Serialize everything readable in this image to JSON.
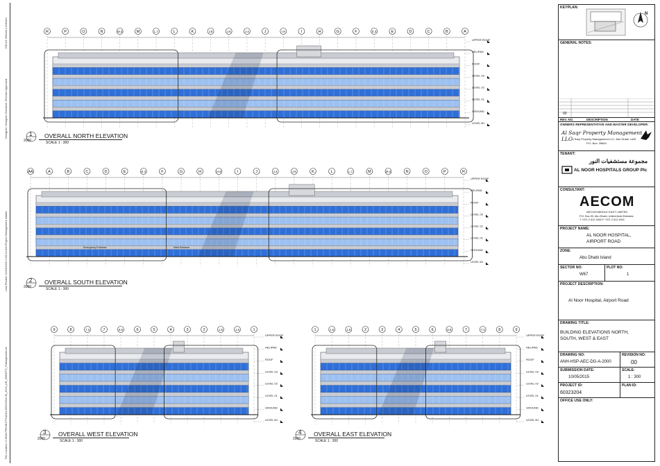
{
  "side_text": {
    "file_location": "File Location:   C:\\BIM PROJECTS\\ANH-60323204-00_ANH_AR_SHEETS_Parkaykelam.rvt",
    "last_printed": "Last Printed:   11/24/2015 9:03:24 AM   Project Management Initials:",
    "designer": "Designer:   Designer   Checked:   Checker   Approved:",
    "iso": "ISO A1 594mm x 841mm"
  },
  "views": [
    {
      "number": "1",
      "sheet_ref": "2000",
      "title": "OVERALL NORTH ELEVATION",
      "scale": "SCALE 1 : 300",
      "grid": [
        "R",
        "P",
        "O",
        "N",
        "M.3",
        "M",
        "L.7",
        "L",
        "K",
        "J.8",
        "J.6",
        "J.4",
        "J",
        "I.9",
        "I",
        "H",
        "G",
        "F",
        "E.3",
        "E",
        "D",
        "C",
        "B",
        "A"
      ]
    },
    {
      "number": "2",
      "sheet_ref": "2000",
      "title": "OVERALL SOUTH ELEVATION",
      "scale": "SCALE 1 : 300",
      "grid": [
        "AA",
        "A",
        "B",
        "C",
        "D",
        "E",
        "E.3",
        "F",
        "G",
        "H",
        "H.9",
        "I",
        "J",
        "J.4",
        "J.8",
        "K",
        "L",
        "L.7",
        "M",
        "M.3",
        "N",
        "O",
        "P",
        "R"
      ]
    },
    {
      "number": "3",
      "sheet_ref": "2000",
      "title": "OVERALL WEST ELEVATION",
      "scale": "SCALE 1 : 300",
      "grid": [
        "9",
        "8",
        "7.3",
        "7",
        "6.6",
        "6",
        "5",
        "4",
        "3",
        "2",
        "1.8",
        "1.6",
        "1"
      ]
    },
    {
      "number": "4",
      "sheet_ref": "2000",
      "title": "OVERALL EAST ELEVATION",
      "scale": "SCALE 1 : 300",
      "grid": [
        "1",
        "1.6",
        "1.8",
        "2",
        "3",
        "4",
        "5",
        "6",
        "6.6",
        "7",
        "7.3",
        "8",
        "9"
      ]
    }
  ],
  "levels": [
    "UPPER ROOF",
    "HELIPAD",
    "ROOF",
    "LEVEL 03",
    "LEVEL 02",
    "LEVEL 01",
    "GROUND",
    "LEVEL B1"
  ],
  "annotations": {
    "south_1": "Emergency Entrance",
    "south_2": "Main Entrance"
  },
  "title_block": {
    "keyplan_label": "KEYPLAN:",
    "general_notes_label": "GENERAL NOTES:",
    "rev_no_label": "REV. NO.",
    "description_label": "DESCRIPTION",
    "date_label": "DATE",
    "rev_value": "00",
    "owner_label": "OWNERS REPRESENTATIVE AND MASTER DEVELOPER:",
    "owner_name": "Al Saqr Property Management LLC",
    "owner_line1": "Al Saqr Property Management LLC, Abu Dhabi, UAE",
    "owner_line2": "P.O. Box: 39664",
    "tenant_label": "TENANT:",
    "tenant_name": "AL NOOR HOSPITALS GROUP Plc",
    "tenant_arabic": "مجموعة مستشفيات النور",
    "consultant_label": "CONSULTANT:",
    "consultant_logo": "AECOM",
    "consultant_sub": "AECOM MIDDLE EAST LIMITED",
    "consultant_line1": "P.O. Box 53, Abu Dhabi, United Arab Emirates",
    "consultant_line2": "T +971 2 612 4000  F +971 2 612 4001",
    "project_name_label": "PROJECT NAME:",
    "project_name_1": "AL NOOR HOSPITAL,",
    "project_name_2": "AIRPORT ROAD",
    "zone_label": "ZONE:",
    "zone": "Abu Dhabi Island",
    "sector_label": "SECTOR NO:",
    "sector": "W67",
    "plot_label": "PLOT NO:",
    "plot": "1",
    "project_desc_label": "PROJECT DESCRIPTION:",
    "project_desc": "Al Noor Hospital, Airport Road",
    "drawing_title_label": "DRAWING TITLE:",
    "drawing_title_1": "BUILDING ELEVATIONS NORTH,",
    "drawing_title_2": "SOUTH, WEST & EAST",
    "drawing_no_label": "DRAWING NO:",
    "drawing_no": "ANH-HSP-AEC-DG-A-2000",
    "revision_no_label": "REVISION NO:",
    "revision_no": "00",
    "submission_date_label": "SUBMISSION DATE:",
    "submission_date": "10/05/2015",
    "scale_label": "SCALE:",
    "scale": "1 : 300",
    "project_id_label": "PROJECT ID:",
    "project_id": "60323204",
    "plan_id_label": "PLAN ID:",
    "office_use_label": "OFFICE USE ONLY:"
  },
  "colors": {
    "glass_blue": "#2f6fd8",
    "glass_light": "#9cc0f0",
    "cladding_grey": "#c9ccd2",
    "line": "#222222"
  }
}
